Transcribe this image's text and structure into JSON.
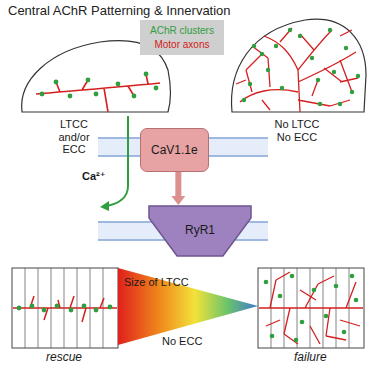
{
  "diagram": {
    "title": "Central AChR Patterning & Innervation",
    "nodes": [
      {
        "text": [
          "AChR clusters",
          "Motor axons"
        ]
      },
      {
        "text": [
          "CaV1.1e"
        ]
      },
      {
        "text": [
          "RyR1"
        ]
      }
    ],
    "edges": [
      {
        "from": 1,
        "to": 2,
        "arrow": "to"
      }
    ],
    "labels": [
      "LTCC and/or ECC",
      "No LTCC No ECC",
      "Ca²⁺",
      "Size of LTCC",
      "No ECC",
      "rescue",
      "failure"
    ]
  }
}
